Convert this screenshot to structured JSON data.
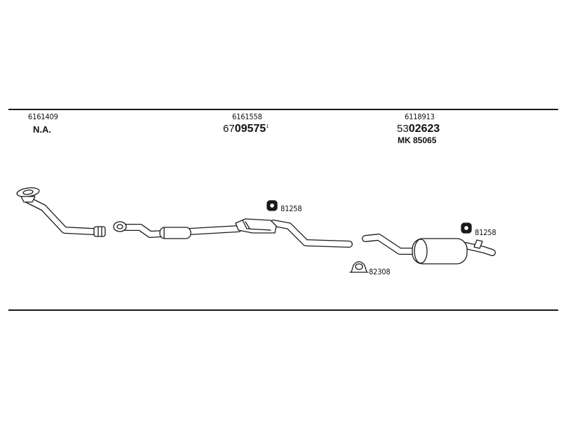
{
  "groups": [
    {
      "ref": "6161409",
      "code": "N.A."
    },
    {
      "ref": "6161558",
      "code_prefix": "67",
      "code_main": "09575",
      "code_suffix": "1"
    },
    {
      "ref": "6118913",
      "code_prefix": "53",
      "code_main": "02623",
      "alt_code": "MK  85065"
    }
  ],
  "clamps": [
    {
      "label": "81258"
    },
    {
      "label": "81258"
    },
    {
      "label": "82308"
    }
  ]
}
